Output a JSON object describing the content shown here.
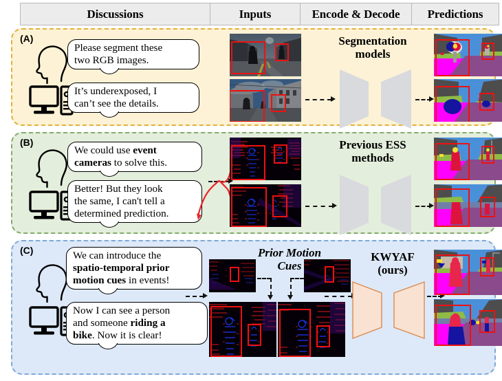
{
  "header": {
    "columns": [
      {
        "label": "Discussions"
      },
      {
        "label": "Inputs"
      },
      {
        "label": "Encode & Decode"
      },
      {
        "label": "Predictions"
      }
    ]
  },
  "panels": [
    {
      "tag": "(A)",
      "background": "#fdf2d5",
      "border": "#e0b13a",
      "human_bubble": "Please segment these two RGB images.",
      "computer_bubble": "It’s underexposed, I can’t see the details.",
      "stage_label": "Segmentation models",
      "codec_color": "#d8dade",
      "input_caption": "",
      "input_kind": "rgb-night-street"
    },
    {
      "tag": "(B)",
      "background": "#e4eedc",
      "border": "#86a96c",
      "human_bubble_parts": [
        "We could use ",
        "event cameras",
        " to solve this."
      ],
      "computer_bubble": "Better! But they look the same, I can't tell a determined prediction.",
      "stage_label": "Previous ESS methods",
      "codec_color": "#d8dade",
      "input_kind": "event-frames"
    },
    {
      "tag": "(C)",
      "background": "#dde9f8",
      "border": "#7fa8d8",
      "human_bubble_parts": [
        "We can introduce the ",
        "spatio-temporal prior motion cues",
        " in events!"
      ],
      "computer_bubble_parts": [
        "Now I can see a person and someone ",
        "riding a bike",
        ". Now it is clear!"
      ],
      "prior_label": "Prior Motion Cues",
      "stage_label": "KWYAF (ours)",
      "codec_color": "#fae2d2",
      "codec_border": "#d98b52",
      "input_kind": "event-frames-with-motion-cues"
    }
  ],
  "labels": {
    "segmentation_models_line1": "Segmentation",
    "segmentation_models_line2": "models",
    "previous_ess_line1": "Previous ESS",
    "previous_ess_line2": "methods",
    "prior_motion_line1": "Prior Motion",
    "prior_motion_line2": "Cues",
    "kwyaf_line1": "KWYAF",
    "kwyaf_line2": "(ours)"
  },
  "bubbles": {
    "a_human_l1": "Please segment these",
    "a_human_l2": "two RGB images.",
    "a_comp_l1": "It’s underexposed, I",
    "a_comp_l2": "can’t see the details.",
    "b_human_l1_plain": "We could use ",
    "b_human_l1_bold": "event",
    "b_human_l2_bold": "cameras",
    "b_human_l2_plain": " to solve this.",
    "b_comp_l1": "Better! But they look",
    "b_comp_l2": "the same, I can't tell a",
    "b_comp_l3": "determined prediction.",
    "c_human_l1": "We can introduce the",
    "c_human_l2_bold": "spatio-temporal prior",
    "c_human_l3_bold": "motion cues",
    "c_human_l3_plain": " in events!",
    "c_comp_l1": "Now I can see a person",
    "c_comp_l2_plain": "and someone ",
    "c_comp_l2_bold": "riding a",
    "c_comp_l3_bold": "bike",
    "c_comp_l3_plain": ". Now it is clear!"
  },
  "colors": {
    "red_box": "#ee1111",
    "panel_a_bg": "#fdf2d5",
    "panel_b_bg": "#e4eedc",
    "panel_c_bg": "#dde9f8",
    "codec_gray": "#d8dade",
    "codec_orange": "#fae2d2",
    "seg_road": "#ff00ff",
    "seg_sidewalk": "#8b4a8b",
    "seg_building": "#4d4d4d",
    "seg_sky": "#4a90d9",
    "seg_vegetation": "#8fbc45",
    "seg_person": "#dc143c",
    "seg_rider": "#0a0a96",
    "event_positive": "#ff1a1a",
    "event_negative": "#1a1aff"
  }
}
